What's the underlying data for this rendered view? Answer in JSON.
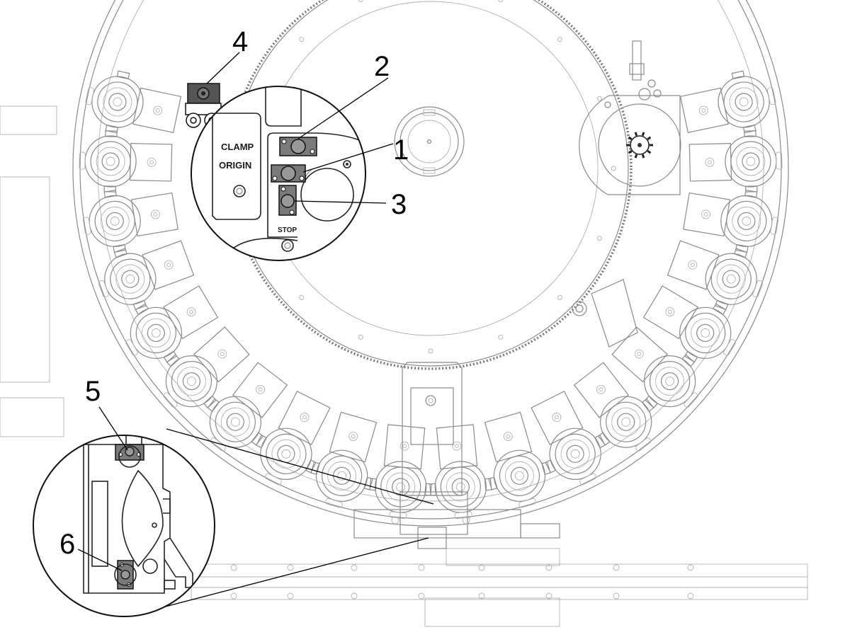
{
  "diagram": {
    "callouts": [
      {
        "id": "1",
        "label": "1"
      },
      {
        "id": "2",
        "label": "2"
      },
      {
        "id": "3",
        "label": "3"
      },
      {
        "id": "4",
        "label": "4"
      },
      {
        "id": "5",
        "label": "5"
      },
      {
        "id": "6",
        "label": "6"
      }
    ],
    "panel_labels": {
      "clamp": "CLAMP",
      "origin": "ORIGIN",
      "stop": "STOP"
    },
    "colors": {
      "line": "#8a8a8a",
      "dark_line": "#222222",
      "sensor_fill": "#555555",
      "background": "#ffffff"
    },
    "magazine": {
      "visible_pockets": 20
    }
  }
}
